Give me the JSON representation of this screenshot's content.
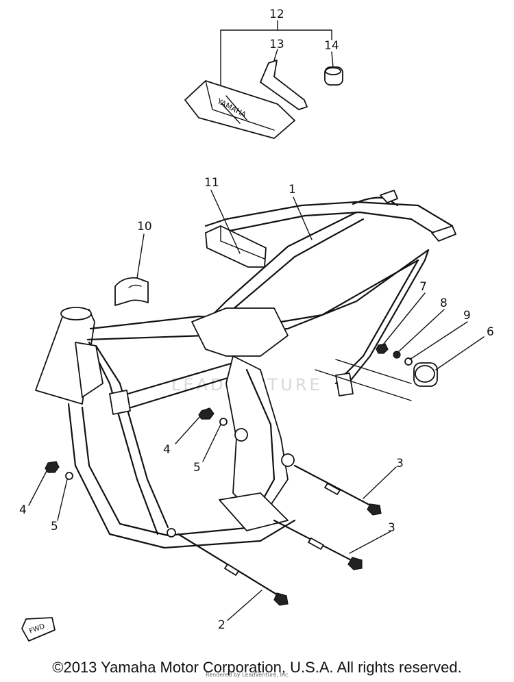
{
  "callouts": {
    "c1": "1",
    "c2": "2",
    "c3a": "3",
    "c3b": "3",
    "c4a": "4",
    "c4b": "4",
    "c5a": "5",
    "c5b": "5",
    "c6": "6",
    "c7": "7",
    "c8": "8",
    "c9": "9",
    "c10": "10",
    "c11": "11",
    "c12": "12",
    "c13": "13",
    "c14": "14"
  },
  "toolbag_text": "YAMAHA",
  "fwd_text": "FWD",
  "watermark": "LEADVENTURE",
  "copyright": "©2013 Yamaha Motor Corporation, U.S.A. All rights reserved.",
  "credit": "Rendered by LeadVenture, Inc."
}
